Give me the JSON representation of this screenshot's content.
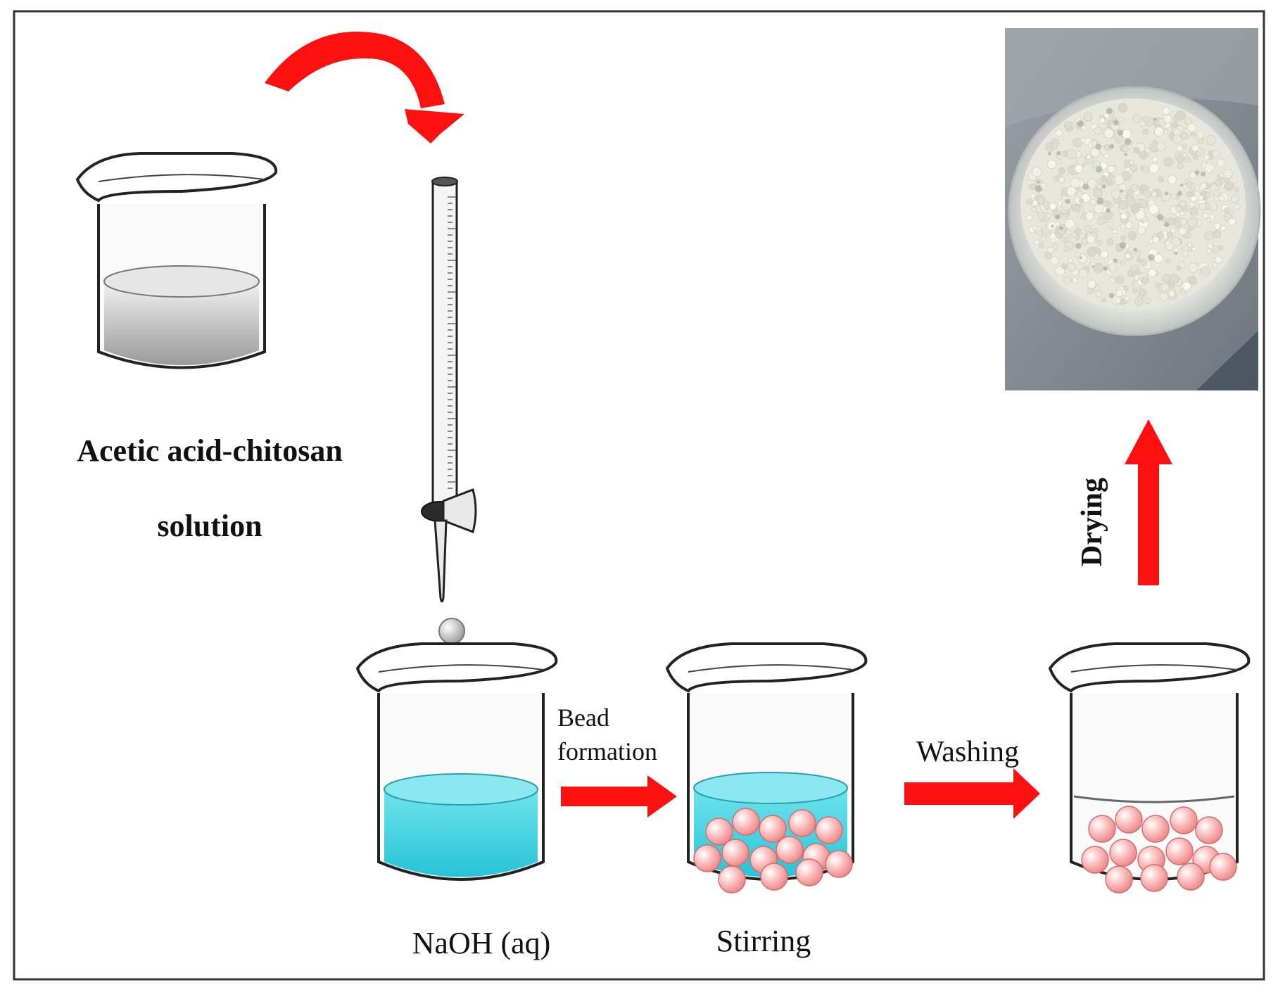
{
  "labels": {
    "solution": [
      "Acetic acid-chitosan",
      "solution"
    ],
    "naoh": "NaOH (aq)",
    "stirring": "Stirring",
    "bead_formation": [
      "Bead",
      "formation"
    ],
    "washing": "Washing",
    "drying": "Drying"
  },
  "colors": {
    "arrow": "#ff1010",
    "naoh_liquid": "#36d3e3",
    "bead": "#f7a1a1",
    "frame": "#333333",
    "photo_bg": "#8a9098",
    "photo_dish": "#d5d7d3",
    "photo_beads": "#e9e8dc"
  }
}
